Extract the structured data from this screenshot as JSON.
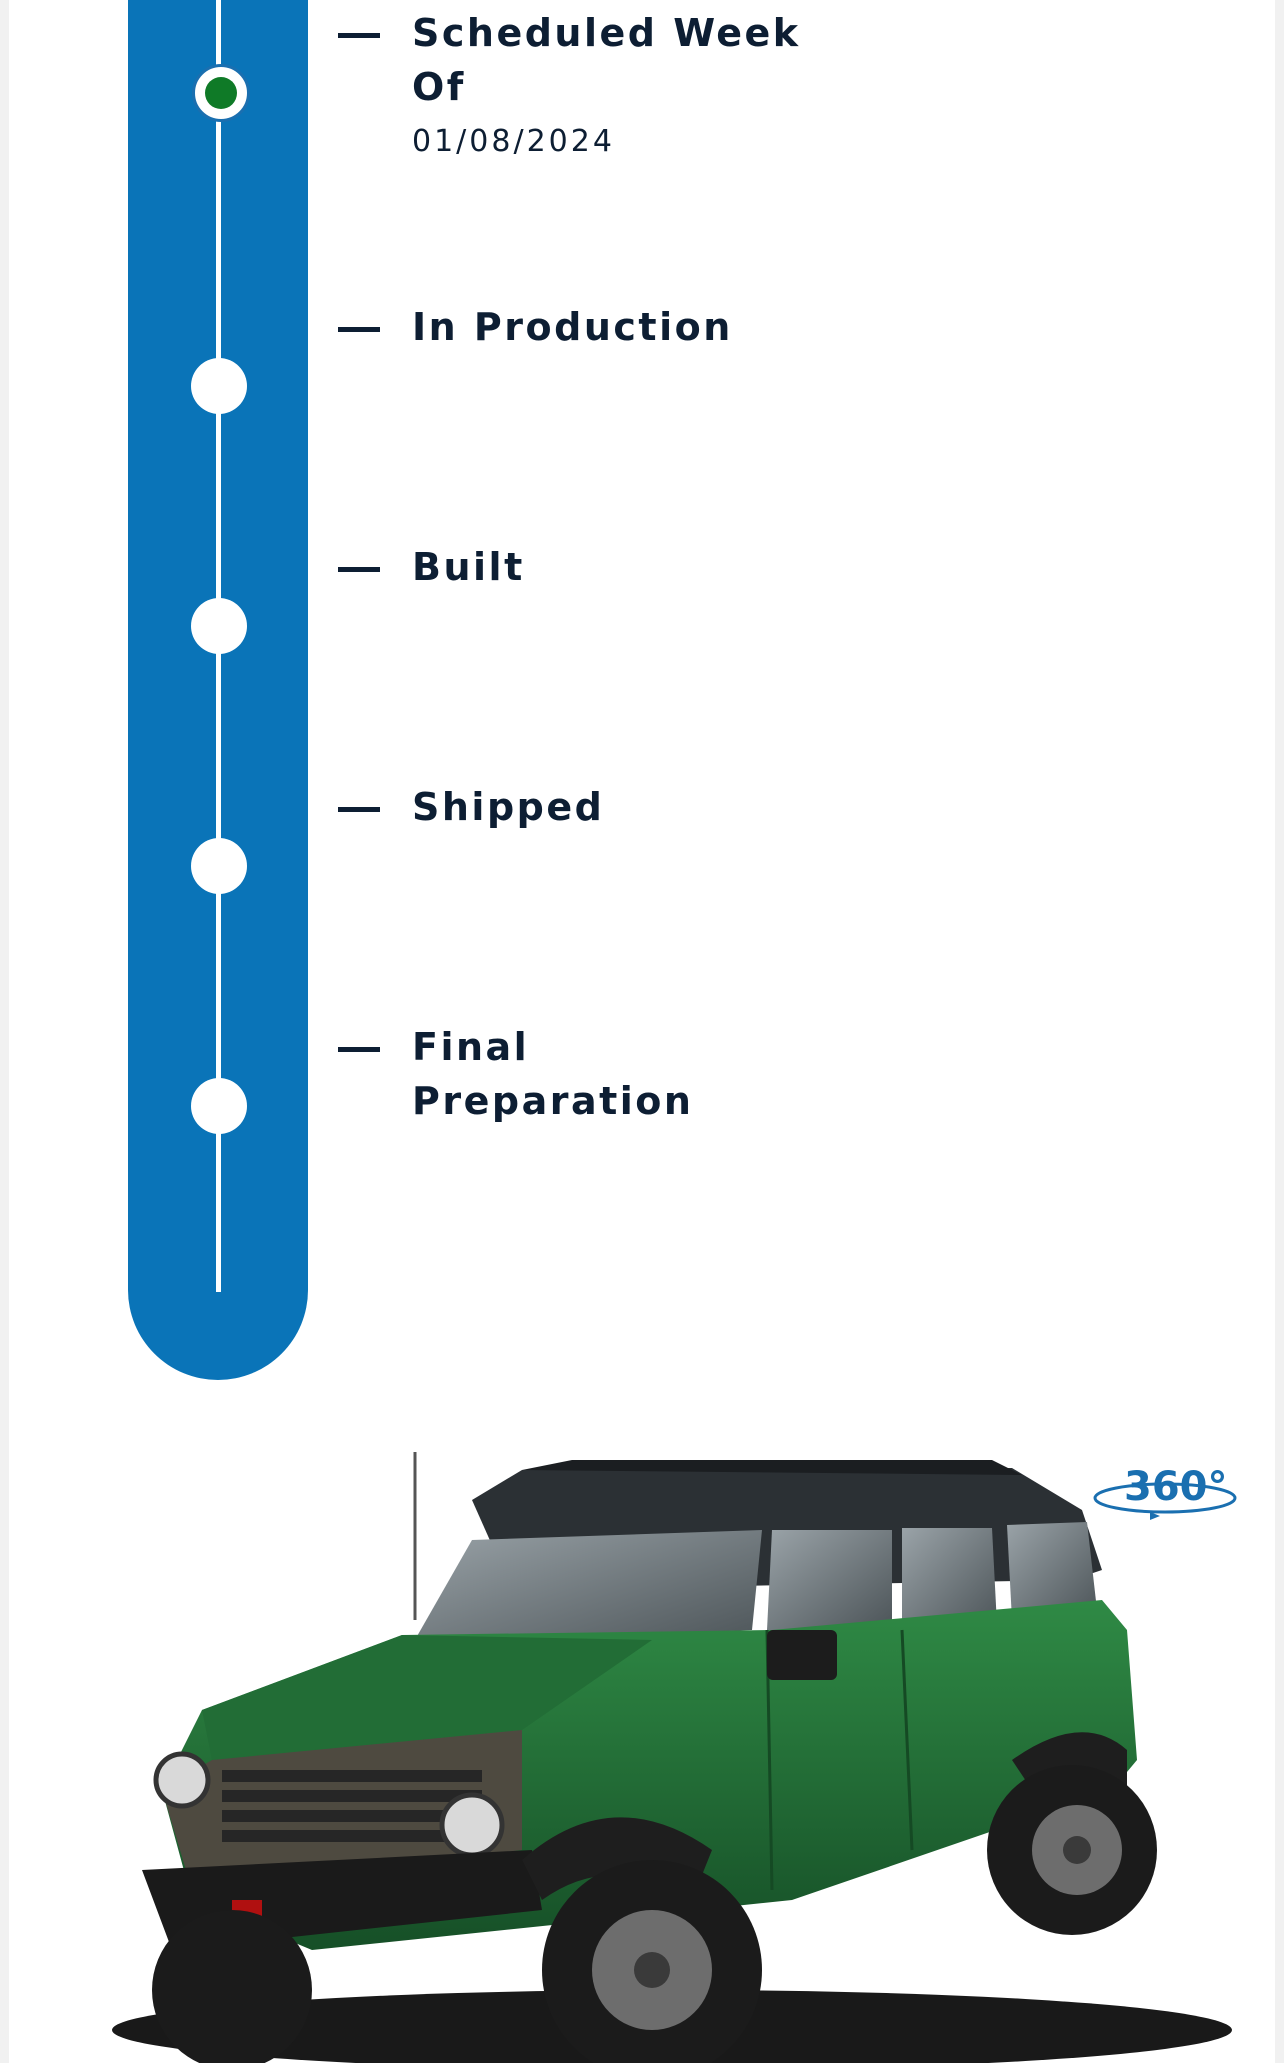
{
  "timeline": {
    "steps": [
      {
        "label": "Scheduled Week Of",
        "sub": "01/08/2024",
        "status": "current"
      },
      {
        "label": "In Production",
        "status": "pending"
      },
      {
        "label": "Built",
        "status": "pending"
      },
      {
        "label": "Shipped",
        "status": "pending"
      },
      {
        "label": "Final Preparation",
        "status": "pending"
      }
    ]
  },
  "vehicle": {
    "view_badge": "360°",
    "icon": "vehicle-360-view-icon"
  },
  "colors": {
    "track": "#0a74b8",
    "active_dot": "#0f7a27",
    "text": "#0d1e33",
    "vehicle_body": "#1f6b34"
  }
}
